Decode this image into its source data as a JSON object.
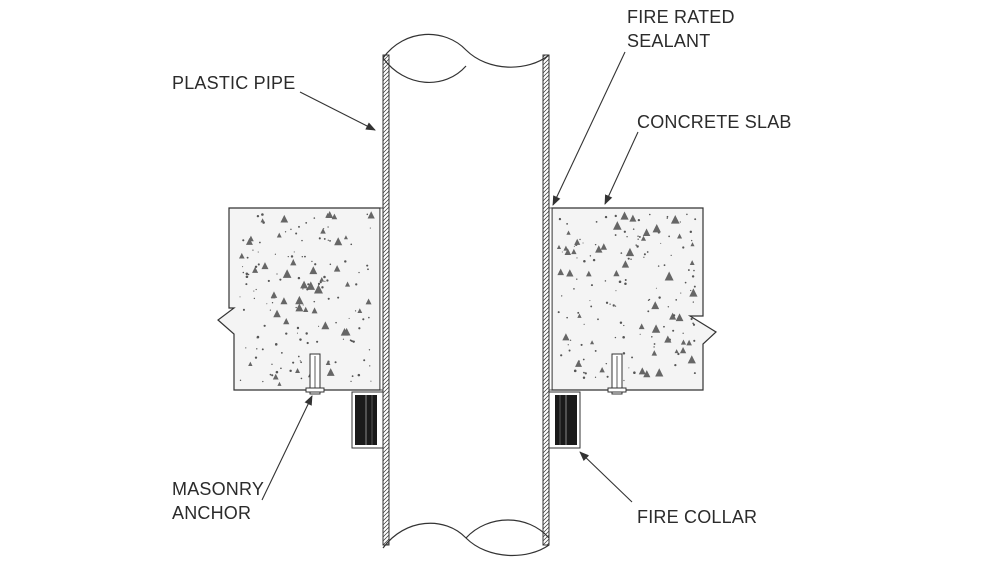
{
  "labels": {
    "plastic_pipe": "PLASTIC PIPE",
    "fire_rated_line1": "FIRE RATED",
    "fire_rated_line2": "SEALANT",
    "concrete_slab": "CONCRETE SLAB",
    "masonry_line1": "MASONRY",
    "masonry_line2": "ANCHOR",
    "fire_collar": "FIRE COLLAR"
  },
  "colors": {
    "line": "#333333",
    "slab_fill": "#f4f4f4",
    "collar_fill": "#1a1a1a",
    "text": "#2b2b2b"
  }
}
